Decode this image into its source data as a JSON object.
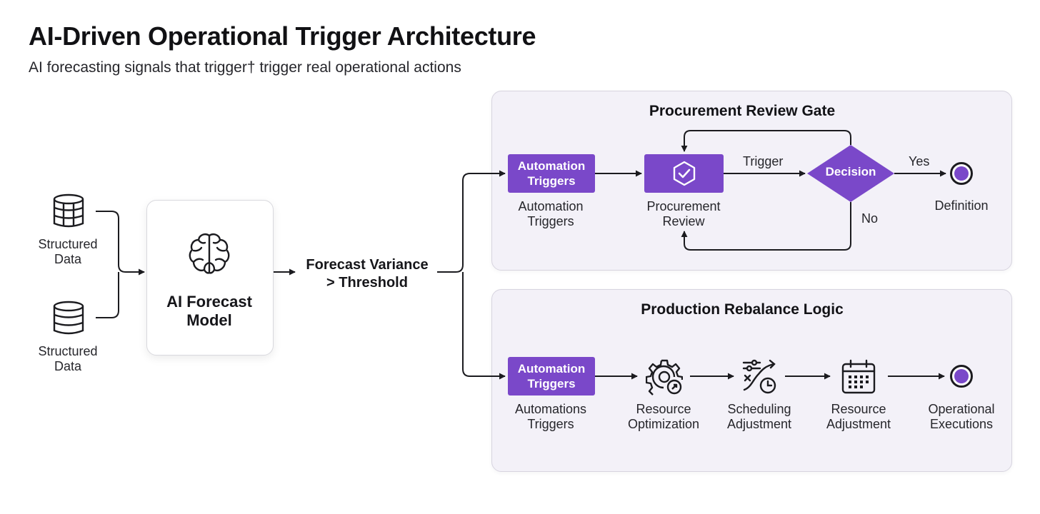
{
  "header": {
    "title": "AI-Driven Operational Trigger Architecture",
    "subtitle": "AI forecasting signals that trigger† trigger real operational actions"
  },
  "sources": [
    {
      "label": "Structured\nData",
      "icon": "database-grid-icon"
    },
    {
      "label": "Structured\nData",
      "icon": "database-stack-icon"
    }
  ],
  "model": {
    "label": "AI Forecast\nModel",
    "icon": "brain-icon"
  },
  "condition": {
    "label": "Forecast Variance\n> Threshold"
  },
  "procurement": {
    "title": "Procurement Review Gate",
    "trigger_box": "Automation\nTriggers",
    "trigger_caption": "Automation\nTriggers",
    "review_caption": "Procurement\nReview",
    "review_icon": "shield-check-icon",
    "trigger_edge_label": "Trigger",
    "decision": "Decision",
    "yes_label": "Yes",
    "no_label": "No",
    "end_caption": "Definition"
  },
  "production": {
    "title": "Production Rebalance Logic",
    "trigger_box": "Automation\nTriggers",
    "steps": [
      {
        "caption": "Automations\nTriggers"
      },
      {
        "caption": "Resource\nOptimization",
        "icon": "gear-optimize-icon"
      },
      {
        "caption": "Scheduling\nAdjustment",
        "icon": "schedule-adjust-icon"
      },
      {
        "caption": "Resource\nAdjustment",
        "icon": "calendar-icon"
      },
      {
        "caption": "Operational\nExecutions"
      }
    ]
  },
  "colors": {
    "accent": "#7a48c9",
    "panel": "#f3f1f8",
    "line": "#1b1b1f"
  }
}
